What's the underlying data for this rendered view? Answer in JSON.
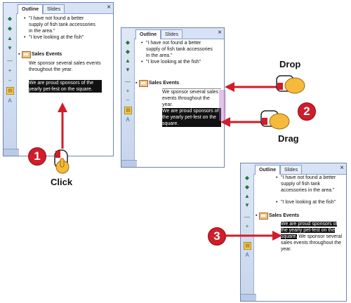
{
  "tabs": {
    "outline": "Outline",
    "slides": "Slides"
  },
  "close_glyph": "×",
  "bullets": {
    "b1": "\"I have not found a better supply of fish tank accessories in the area.\"",
    "b2": "\"I love looking at the fish\""
  },
  "slide_title": "Sales Events",
  "sponsor_text": "We sponsor several sales events throughout the year.",
  "proud_text": "We are proud sponsors of the yearly pet-fest on the square.",
  "labels": {
    "click": "Click",
    "drop": "Drop",
    "drag": "Drag"
  },
  "callouts": {
    "one": "1",
    "two": "2",
    "three": "3"
  },
  "colors": {
    "arrow": "#d11c2a",
    "selection": "#111111"
  }
}
